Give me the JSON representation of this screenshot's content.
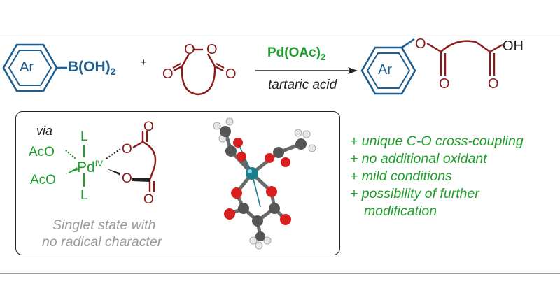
{
  "reaction": {
    "aryl_label": "Ar",
    "boronic": "B(OH)",
    "boronic_sub": "2",
    "plus": "+",
    "peroxide_O1": "O",
    "peroxide_O2": "O",
    "carbonyl_O_left": "O",
    "carbonyl_O_right": "O",
    "catalyst": "Pd(OAc)",
    "catalyst_sub": "2",
    "additive": "tartaric acid",
    "product_aryl_label": "Ar",
    "product_O_ester": "O",
    "product_O_carbonyl1": "O",
    "product_O_carbonyl2": "O",
    "product_OH": "OH"
  },
  "panel": {
    "via": "via",
    "L_top": "L",
    "L_bottom": "L",
    "AcO_top": "AcO",
    "AcO_bottom": "AcO",
    "Pd": "Pd",
    "Pd_ox": "IV",
    "O_upper": "O",
    "O_lower": "O",
    "O_carbonyl_top": "O",
    "O_carbonyl_bottom": "O",
    "caption_line1": "Singlet state with",
    "caption_line2": "no radical character"
  },
  "bullets": [
    "+ unique C-O cross-coupling",
    "+ no additional oxidant",
    "+ mild conditions",
    "+ possibility of further",
    "modification"
  ],
  "colors": {
    "aryl_blue": "#1f5e8e",
    "anhydride_red": "#8b1a1a",
    "highlight_green": "#1e9e2a",
    "caption_gray": "#9a9a9a",
    "pd_teal": "#1a7f8a",
    "oxygen_red": "#d81e1e",
    "carbon_gray": "#555555",
    "hydrogen_white": "#e6e6e6"
  }
}
